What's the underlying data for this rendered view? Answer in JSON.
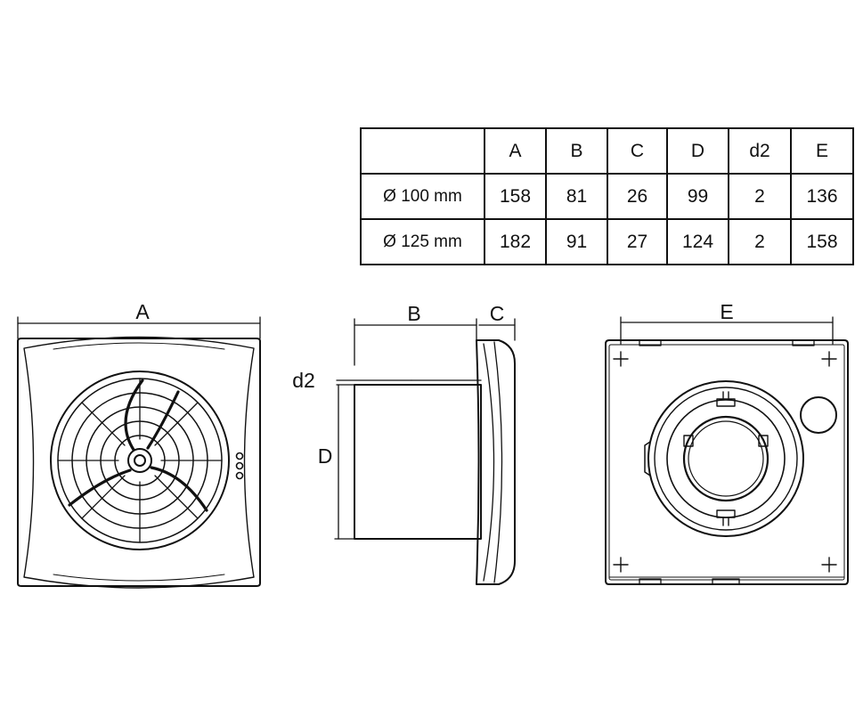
{
  "table": {
    "columns": [
      "",
      "A",
      "B",
      "C",
      "D",
      "d2",
      "E"
    ],
    "rows": [
      {
        "label": "Ø 100 mm",
        "values": [
          "158",
          "81",
          "26",
          "99",
          "2",
          "136"
        ]
      },
      {
        "label": "Ø 125 mm",
        "values": [
          "182",
          "91",
          "27",
          "124",
          "2",
          "158"
        ]
      }
    ]
  },
  "labels": {
    "A": "A",
    "B": "B",
    "C": "C",
    "D": "D",
    "d2": "d2",
    "E": "E"
  }
}
